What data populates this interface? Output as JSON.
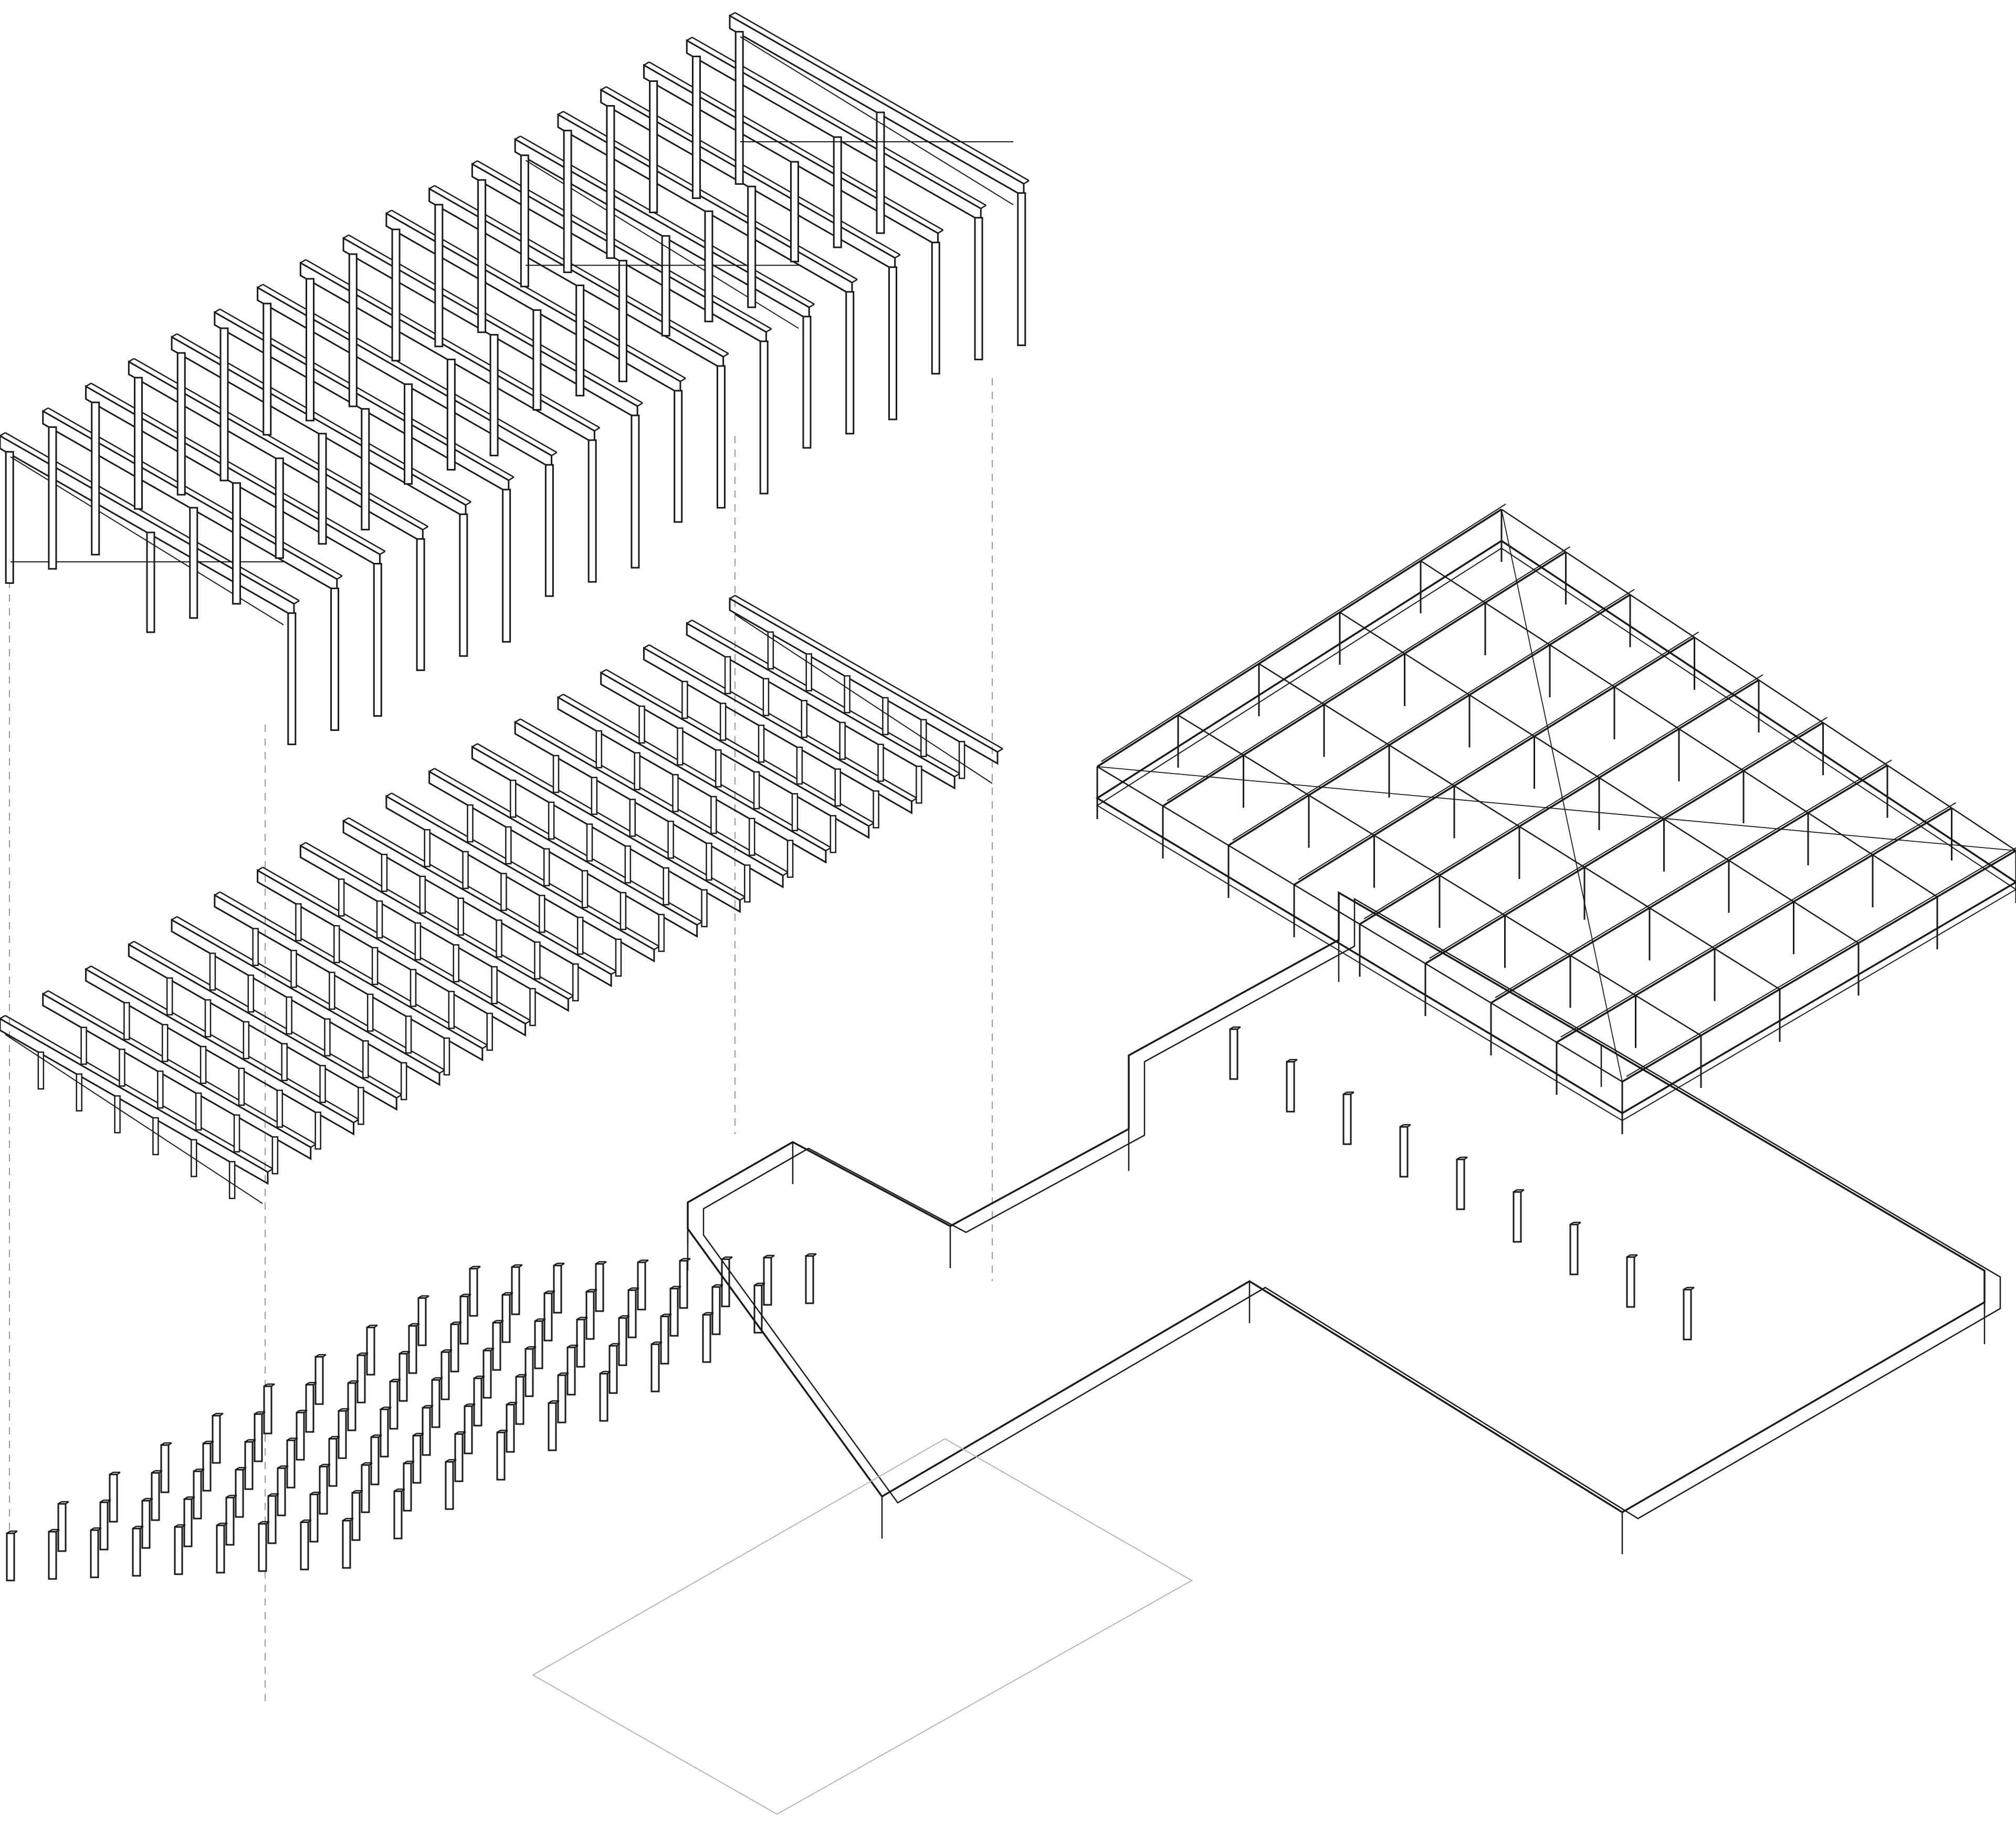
{
  "diagram": {
    "type": "exploded-axonometric-structure",
    "line_color": "#1a1a1a",
    "guide_color": "#9a9a9a",
    "outline_color": "#b5b5b5",
    "background": "#ffffff",
    "components": [
      {
        "name": "upper-timber-portal-frames",
        "count": 18
      },
      {
        "name": "lower-roof-truss-frames",
        "count": 18
      },
      {
        "name": "free-standing-columns",
        "count": 90
      },
      {
        "name": "perimeter-concrete-wall",
        "count": 1
      },
      {
        "name": "assembled-pavilion-frame",
        "count": 1
      },
      {
        "name": "footprint-outline",
        "count": 1
      }
    ]
  }
}
